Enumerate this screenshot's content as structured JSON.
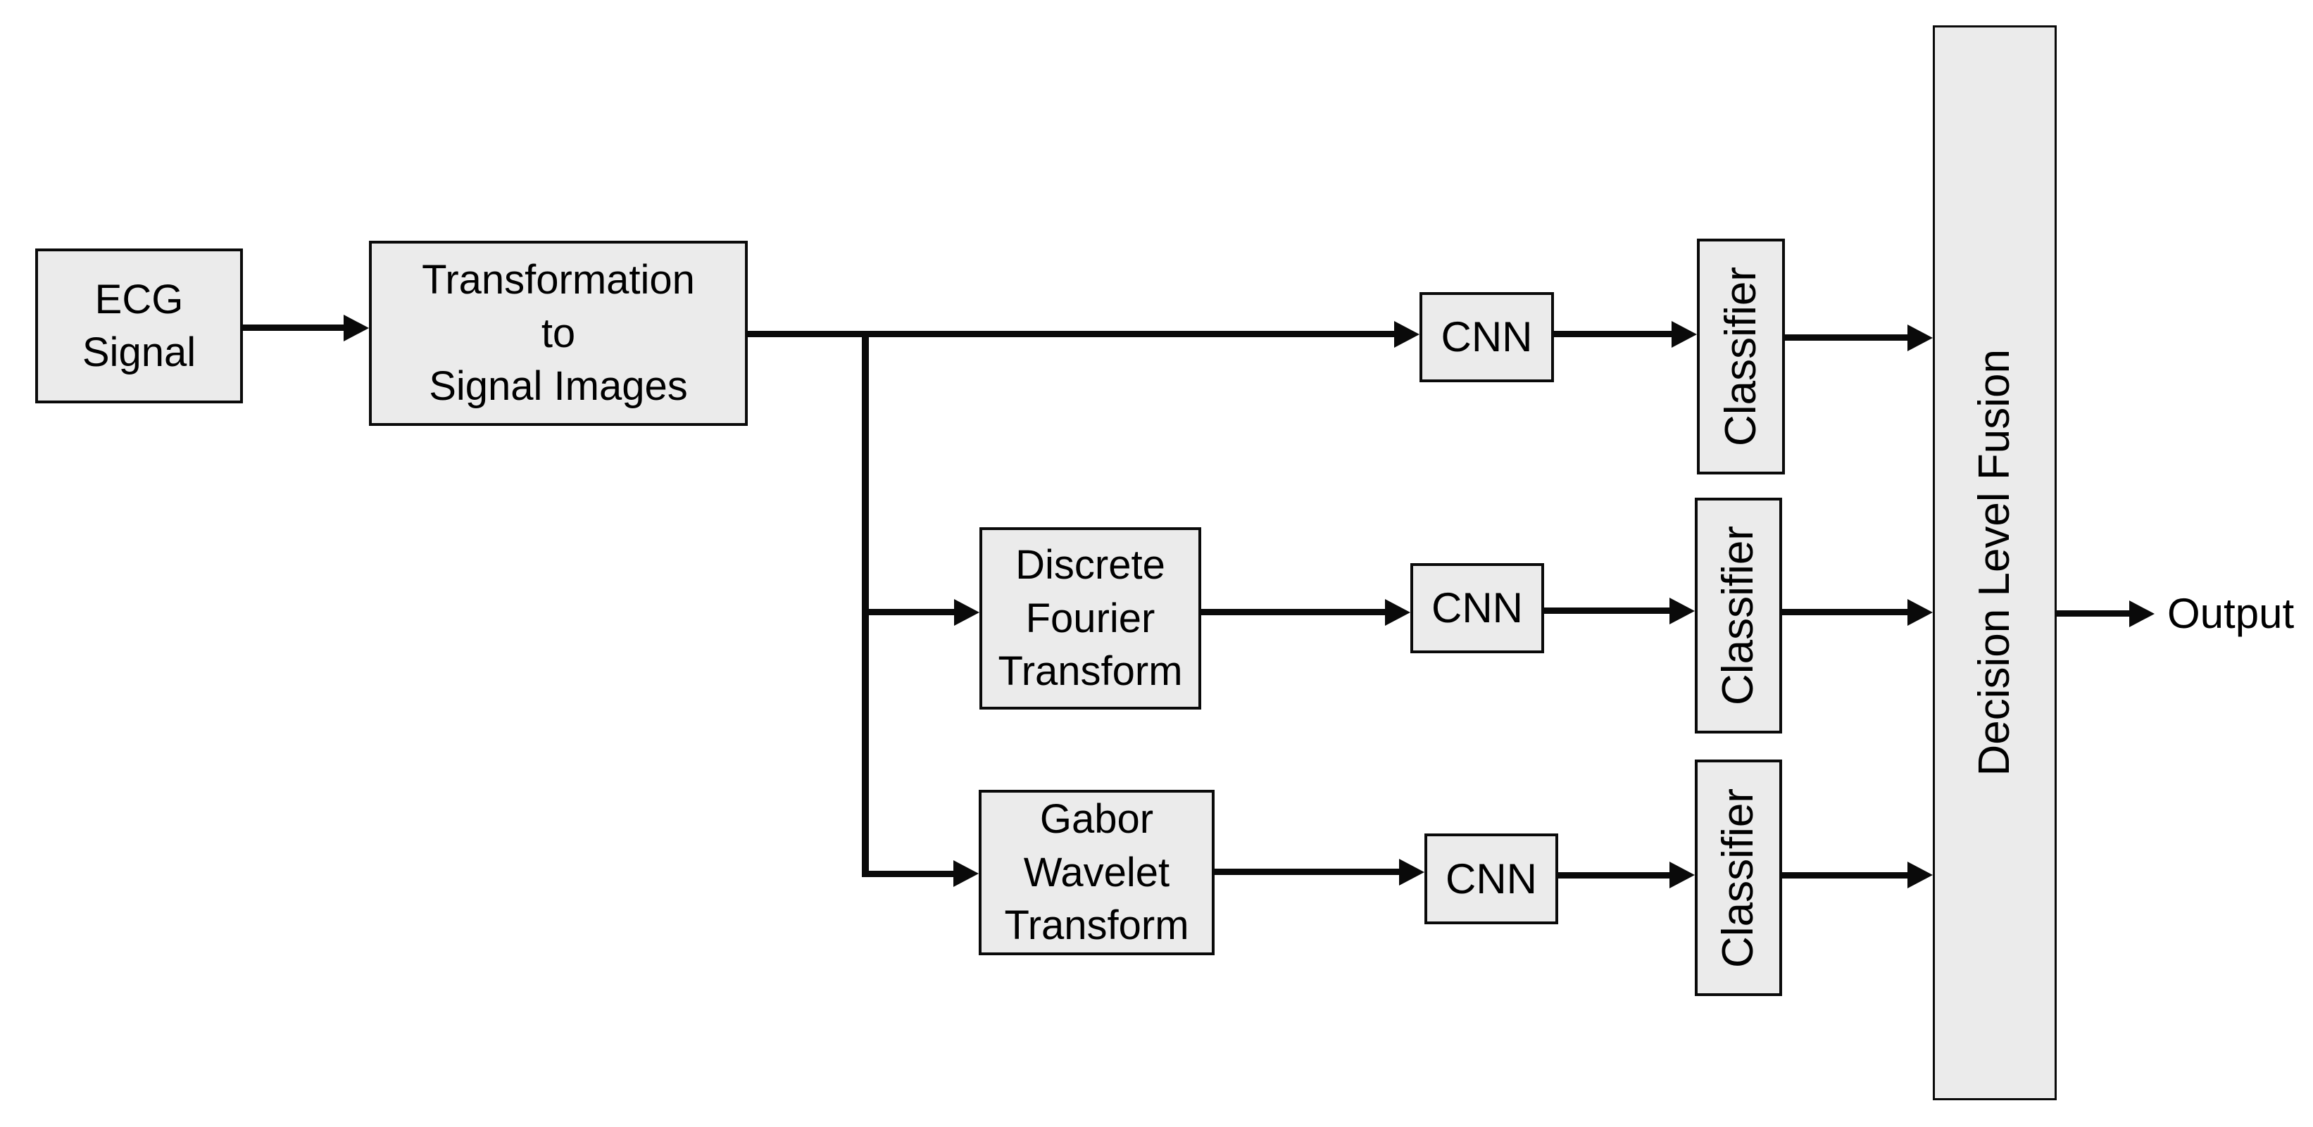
{
  "figure": {
    "type": "flowchart",
    "description": "ECG signal classification pipeline with CNN branches and decision level fusion"
  },
  "colors": {
    "background": "#ffffff",
    "node_fill": "#ebebeb",
    "node_border": "#0a0a0a",
    "connector": "#0a0a0a",
    "text": "#000000"
  },
  "nodes": {
    "ecg_signal": {
      "label": "ECG\nSignal"
    },
    "transformation": {
      "label": "Transformation\nto\nSignal Images"
    },
    "discrete_fourier_transform": {
      "label": "Discrete\nFourier\nTransform"
    },
    "gabor_wavelet_transform": {
      "label": "Gabor\nWavelet\nTransform"
    },
    "cnn_top": {
      "label": "CNN"
    },
    "cnn_middle": {
      "label": "CNN"
    },
    "cnn_bottom": {
      "label": "CNN"
    },
    "classifier_top": {
      "label": "Classifier"
    },
    "classifier_middle": {
      "label": "Classifier"
    },
    "classifier_bottom": {
      "label": "Classifier"
    },
    "decision_level_fusion": {
      "label": "Decision Level Fusion"
    },
    "output": {
      "label": "Output"
    }
  }
}
